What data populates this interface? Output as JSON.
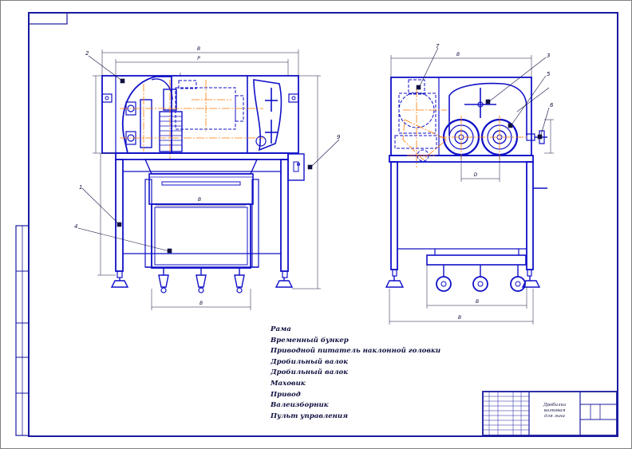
{
  "drawing": {
    "stroke_color": "#1010c8",
    "frame_color": "#1a1aa0",
    "center_line_color": "#ff7a00",
    "text_color": "#101040"
  },
  "legend": {
    "items": [
      "Рама",
      "Временный бункер",
      "Приводной питатель наклонной головки",
      "Дробильный валок",
      "Дробильный валок",
      "Маховик",
      "Привод",
      "Валеизборник",
      "Пульт управления"
    ]
  },
  "title_block": {
    "name_line1": "Дробилка валковая",
    "name_line2": "для льна"
  },
  "callouts": {
    "front": [
      "2",
      "1",
      "4",
      "9"
    ],
    "side": [
      "7",
      "3",
      "5",
      "6"
    ]
  },
  "dimensions": {
    "front_overall": "В",
    "front_inner": "Р",
    "front_bunker": "В",
    "front_bottom": "В",
    "side_top": "В",
    "side_roll_gap": "D",
    "side_base": "В",
    "side_bottom": "В"
  }
}
